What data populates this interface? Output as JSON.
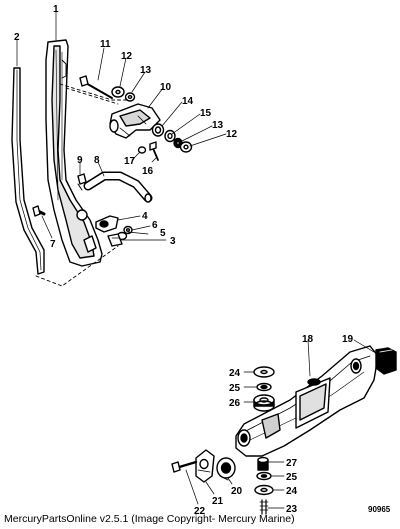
{
  "figure": {
    "callouts": {
      "c1": "1",
      "c2": "2",
      "c3": "3",
      "c4": "4",
      "c5": "5",
      "c6": "6",
      "c7": "7",
      "c8": "8",
      "c9": "9",
      "c10": "10",
      "c11": "11",
      "c12a": "12",
      "c12b": "12",
      "c13a": "13",
      "c13b": "13",
      "c14": "14",
      "c15": "15",
      "c16": "16",
      "c17": "17",
      "c18": "18",
      "c19": "19",
      "c20": "20",
      "c21": "21",
      "c22": "22",
      "c23": "23",
      "c24a": "24",
      "c24b": "24",
      "c25a": "25",
      "c25b": "25",
      "c26": "26",
      "c27": "27"
    },
    "partial_number": "90965"
  },
  "footer": {
    "credit": "MercuryPartsOnline v2.5.1 (Image Copyright- Mercury Marine)"
  }
}
